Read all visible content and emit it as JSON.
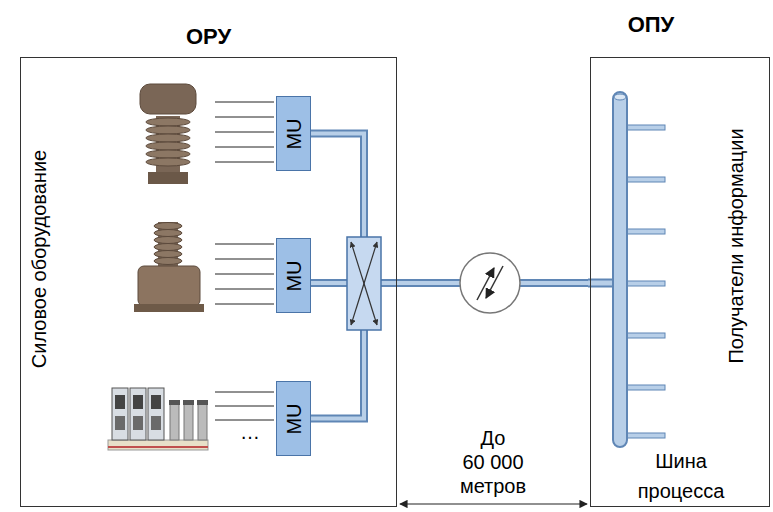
{
  "diagram": {
    "nodes": [
      {
        "text": [
          "ОРУ",
          "Силовое оборудование"
        ]
      },
      {
        "text": [
          "MU"
        ],
        "in": 0
      },
      {
        "text": [
          "MU"
        ],
        "in": 0
      },
      {
        "text": [
          "MU"
        ],
        "in": 0
      },
      {
        "text": [
          "ОПУ",
          "Получатели информации",
          "Шина процесса"
        ]
      }
    ],
    "edges": [
      {
        "from": 1,
        "to": 4,
        "arrow": "none"
      },
      {
        "from": 2,
        "to": 4,
        "arrow": "none"
      },
      {
        "from": 3,
        "to": 4,
        "arrow": "none"
      }
    ],
    "labels": [
      "…",
      "До 60 000 метров"
    ]
  }
}
